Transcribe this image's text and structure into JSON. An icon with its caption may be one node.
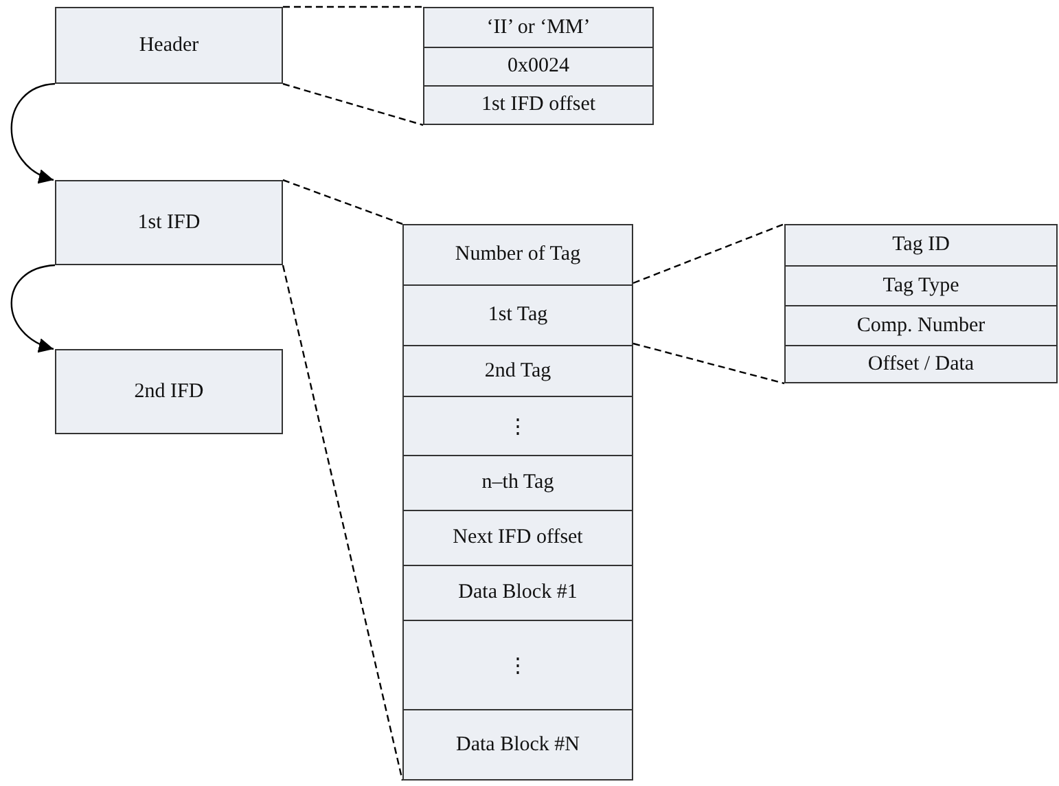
{
  "diagram": {
    "nodes": [
      {
        "text": [
          "Header"
        ]
      },
      {
        "text": [],
        "shape": "box"
      },
      {
        "text": [
          "‘II’ or ‘MM’"
        ],
        "in": 1
      },
      {
        "text": [
          "0x0024"
        ],
        "in": 1
      },
      {
        "text": [
          "1st IFD offset"
        ],
        "in": 1
      },
      {
        "text": [
          "1st IFD"
        ]
      },
      {
        "text": [
          "2nd IFD"
        ]
      },
      {
        "text": [],
        "shape": "box"
      },
      {
        "text": [
          "Number of Tag"
        ],
        "in": 7
      },
      {
        "text": [
          "1st Tag"
        ],
        "in": 7
      },
      {
        "text": [
          "2nd Tag"
        ],
        "in": 7
      },
      {
        "text": [
          "⋮"
        ],
        "in": 7
      },
      {
        "text": [
          "n–th Tag"
        ],
        "in": 7
      },
      {
        "text": [
          "Next IFD offset"
        ],
        "in": 7
      },
      {
        "text": [
          "Data Block #1"
        ],
        "in": 7
      },
      {
        "text": [
          "⋮"
        ],
        "in": 7
      },
      {
        "text": [
          "Data Block #N"
        ],
        "in": 7
      },
      {
        "text": [],
        "shape": "box"
      },
      {
        "text": [
          "Tag ID"
        ],
        "in": 17
      },
      {
        "text": [
          "Tag Type"
        ],
        "in": 17
      },
      {
        "text": [
          "Comp. Number"
        ],
        "in": 17
      },
      {
        "text": [
          "Offset / Data"
        ],
        "in": 17
      }
    ],
    "edges": [
      {
        "from": 0,
        "to": 1,
        "arrow": "none",
        "style": "dashed"
      },
      {
        "from": 0,
        "to": 1,
        "arrow": "none",
        "style": "dashed"
      },
      {
        "from": 0,
        "to": 5,
        "arrow": "to"
      },
      {
        "from": 5,
        "to": 7,
        "arrow": "none",
        "style": "dashed"
      },
      {
        "from": 5,
        "to": 7,
        "arrow": "none",
        "style": "dashed"
      },
      {
        "from": 5,
        "to": 6,
        "arrow": "to"
      },
      {
        "from": 9,
        "to": 17,
        "arrow": "none",
        "style": "dashed"
      },
      {
        "from": 9,
        "to": 17,
        "arrow": "none",
        "style": "dashed"
      }
    ]
  }
}
